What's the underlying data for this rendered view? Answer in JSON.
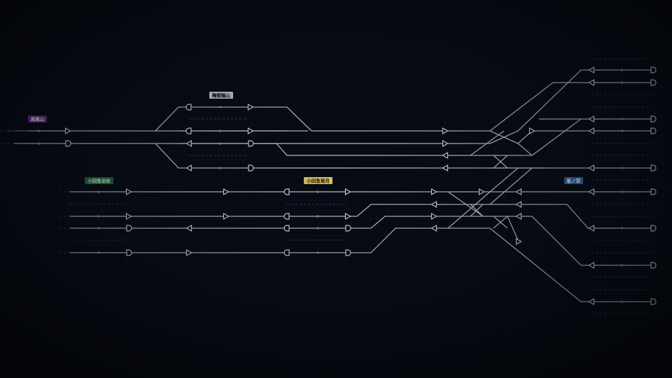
{
  "stations": [
    {
      "key": "takaoyama",
      "name": "高尾山",
      "bg": "#6b2e8f",
      "fg": "#ffffff"
    },
    {
      "key": "yashiro",
      "name": "鞠鵆輪山",
      "bg": "#d6d8dc",
      "fg": "#111111"
    },
    {
      "key": "odawara_a",
      "name": "小田急泊谷",
      "bg": "#1d6b3c",
      "fg": "#e8ffe8"
    },
    {
      "key": "odawara_b",
      "name": "小田急留月",
      "bg": "#d8c060",
      "fg": "#1a1400"
    },
    {
      "key": "itanomiya",
      "name": "板ノ宮",
      "bg": "#2c6aa8",
      "fg": "#ffffff"
    }
  ],
  "track_numbers": {
    "west": [
      "1",
      "2"
    ],
    "junction_a": [
      "4",
      "3",
      "2",
      "1"
    ],
    "odawara_a": [
      "1",
      "2",
      "3",
      "4"
    ],
    "odawara_b": [
      "1",
      "2",
      "3",
      "4"
    ],
    "east": [
      "1",
      "2",
      "3",
      "4",
      "5",
      "6",
      "7",
      "8",
      "9"
    ]
  },
  "colors": {
    "track": "#bfc4cc",
    "dash": "#2d3d63",
    "background": "#05080f"
  }
}
